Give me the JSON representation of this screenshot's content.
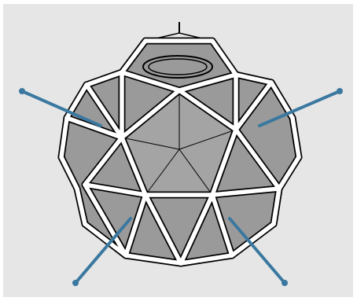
{
  "diagram": {
    "subject": "geodesic-polyhedron-capsule",
    "colors": {
      "background": "#e6e6e6",
      "face_fill": "#9a9a9a",
      "face_fill_light": "#a8a8a8",
      "strut_outline": "#000000",
      "strut_fill": "#ffffff",
      "rod_color": "#3a78a0"
    },
    "rods": [
      {
        "name": "rod-top-left"
      },
      {
        "name": "rod-top-right"
      },
      {
        "name": "rod-bottom-left"
      },
      {
        "name": "rod-bottom-right"
      }
    ]
  }
}
